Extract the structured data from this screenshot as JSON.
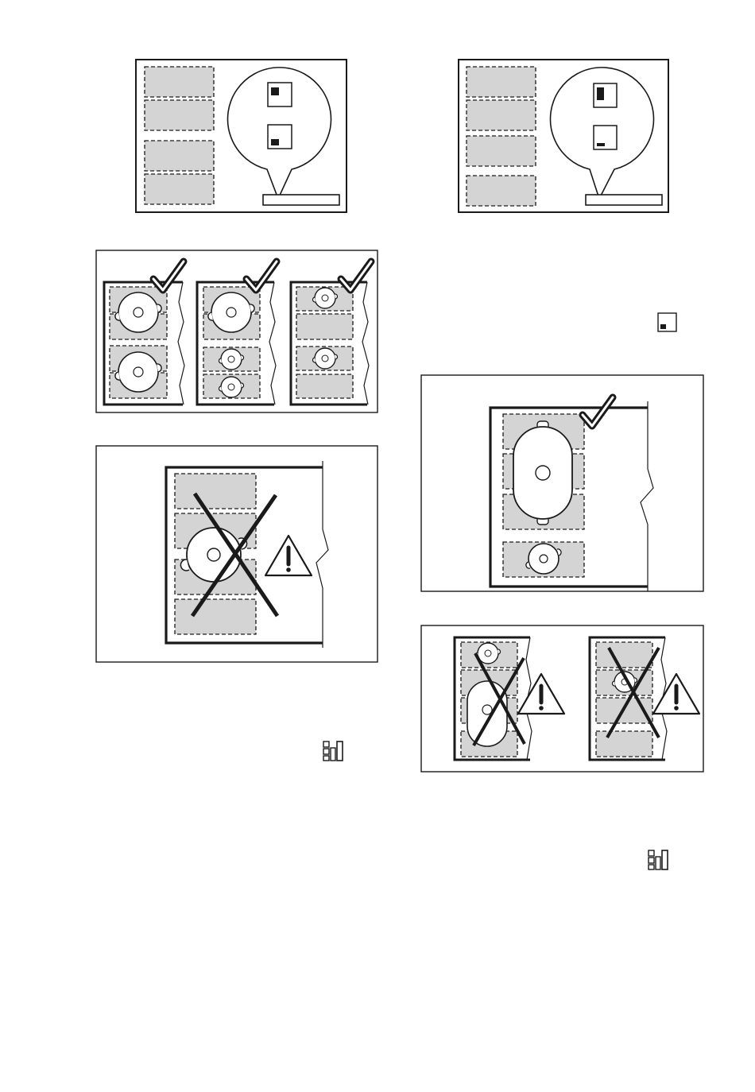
{
  "page": {
    "background": "#ffffff"
  },
  "colors": {
    "line": "#1a1a1a",
    "zone_fill": "#d4d4d4",
    "pot_fill": "#ffffff"
  },
  "figures": [
    {
      "id": "fig-a",
      "kind": "zone-display-callout",
      "indicators": [
        "level-square-high",
        "level-square-low"
      ]
    },
    {
      "id": "fig-b",
      "kind": "zone-display-callout",
      "indicators": [
        "level-bar-tall",
        "level-bar-short"
      ]
    },
    {
      "id": "fig-c",
      "kind": "correct-pot-placement",
      "panels": 3,
      "mark": "check-icon"
    },
    {
      "id": "fig-d",
      "kind": "incorrect-pot-placement",
      "mark": "cross",
      "warning": "warning-icon"
    },
    {
      "id": "fig-e",
      "kind": "correct-oval-placement",
      "mark": "check-icon"
    },
    {
      "id": "fig-f",
      "kind": "incorrect-placement-pair",
      "mark": "cross",
      "warning": "warning-icon"
    }
  ],
  "icons": [
    "bridge-function-icon",
    "zone-indicator-icon",
    "check-icon",
    "warning-icon"
  ]
}
